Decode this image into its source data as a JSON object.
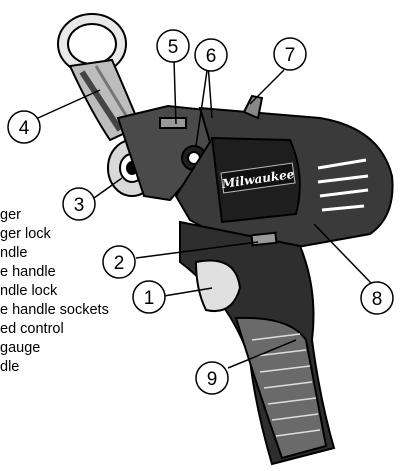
{
  "brand": "Milwaukee",
  "callouts": [
    "1",
    "2",
    "3",
    "4",
    "5",
    "6",
    "7",
    "8",
    "9"
  ],
  "legend": [
    "ger",
    "ger lock",
    "ndle",
    "e handle",
    "ndle lock",
    "e handle sockets",
    "ed control",
    " gauge",
    "dle"
  ],
  "colors": {
    "ink": "#000000",
    "tool_dark": "#3a3a3a",
    "grip": "#5a5a5a",
    "paper": "#ffffff"
  }
}
